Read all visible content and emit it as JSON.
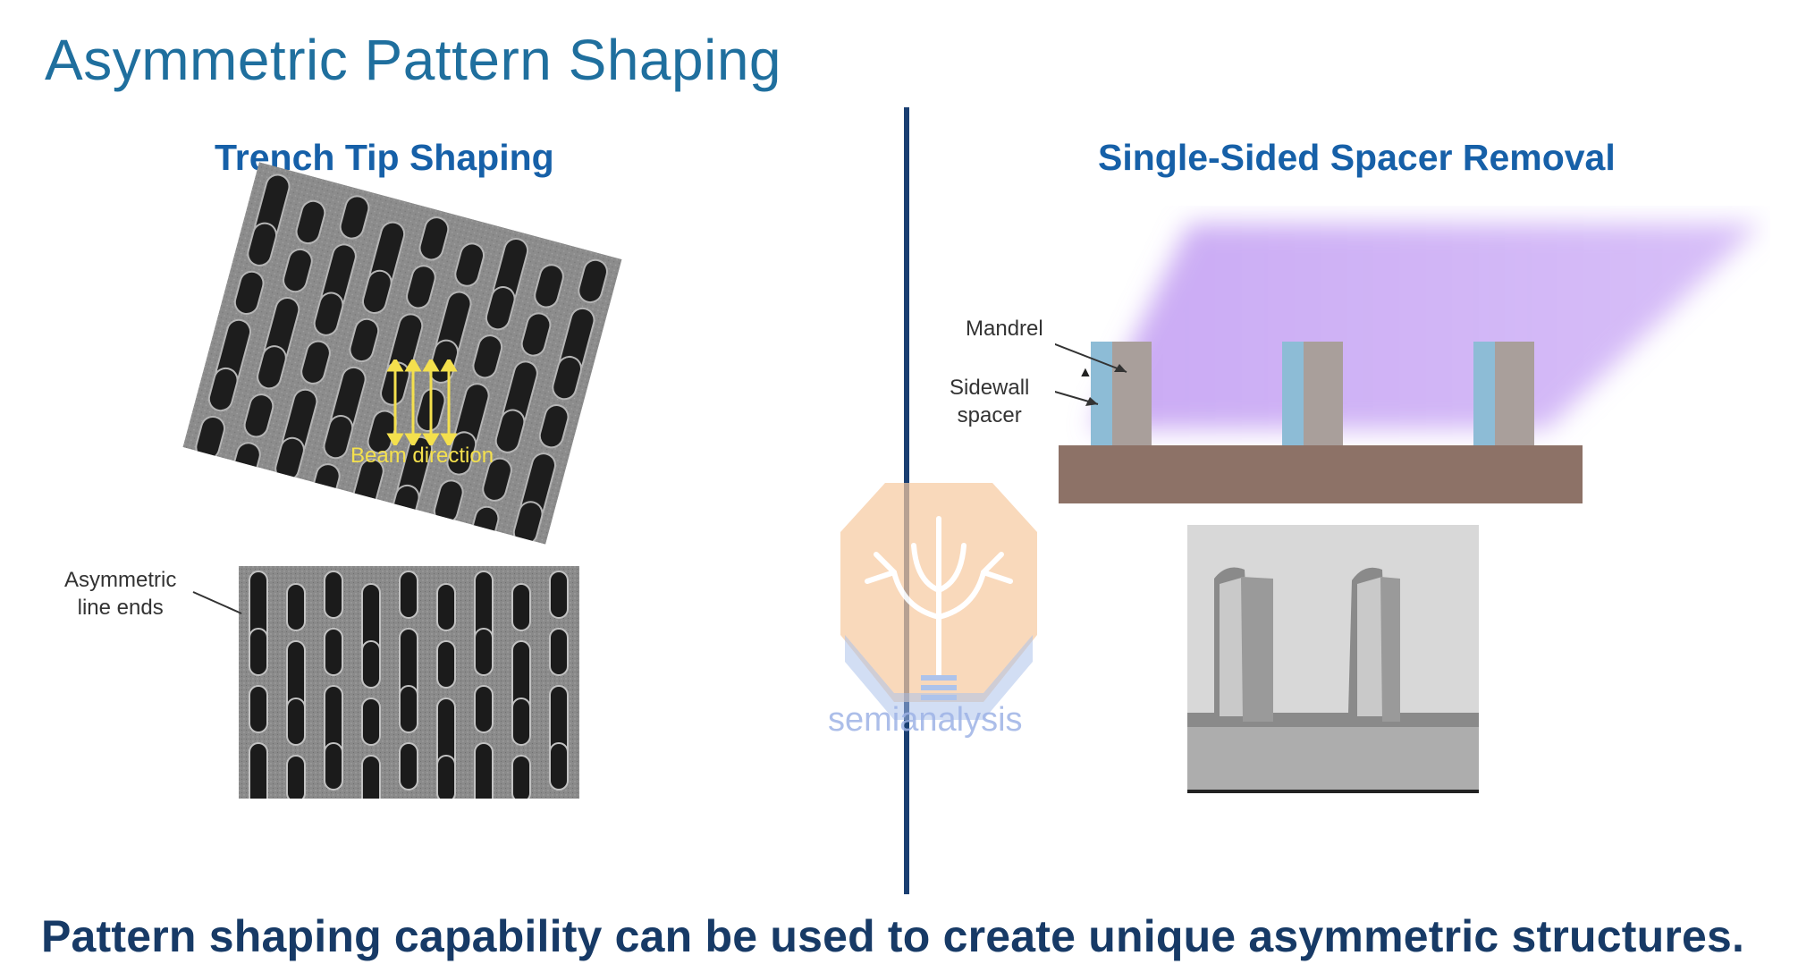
{
  "slide": {
    "title": "Asymmetric Pattern Shaping",
    "left_heading": "Trench Tip Shaping",
    "right_heading": "Single-Sided Spacer Removal",
    "footer": "Pattern shaping capability can be used to create unique asymmetric structures."
  },
  "left_panel": {
    "beam_label": "Beam direction",
    "asymmetric_label_line1": "Asymmetric",
    "asymmetric_label_line2": "line ends"
  },
  "right_panel": {
    "mandrel_label": "Mandrel",
    "sidewall_label_line1": "Sidewall",
    "sidewall_label_line2": "spacer"
  },
  "watermark": {
    "text": "semianalysis"
  },
  "colors": {
    "title": "#1f6f9e",
    "heading": "#1660a8",
    "footer": "#173a66",
    "divider": "#1a3f72",
    "beam": "#f4e04d",
    "spacer": "#8dbcd6",
    "mandrel": "#a99f9b",
    "substrate": "#8d7267",
    "beam_glow": "#b88ef0"
  }
}
